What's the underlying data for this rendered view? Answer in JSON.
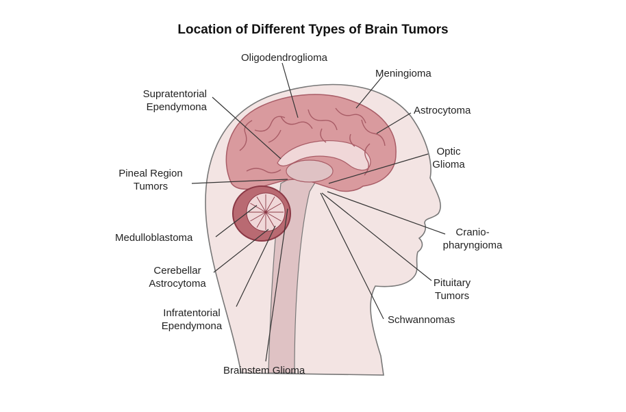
{
  "title": "Location of Different Types of Brain Tumors",
  "labels": {
    "oligodendroglioma": "Oligodendroglioma",
    "meningioma": "Meningioma",
    "supratentorial_1": "Supratentorial",
    "supratentorial_2": "Ependymona",
    "astrocytoma": "Astrocytoma",
    "optic_1": "Optic",
    "optic_2": "Glioma",
    "pineal_1": "Pineal Region",
    "pineal_2": "Tumors",
    "cranio_1": "Cranio-",
    "cranio_2": "pharyngioma",
    "medulloblastoma": "Medulloblastoma",
    "cerebellar_1": "Cerebellar",
    "cerebellar_2": "Astrocytoma",
    "pituitary_1": "Pituitary",
    "pituitary_2": "Tumors",
    "infratentorial_1": "Infratentorial",
    "infratentorial_2": "Ependymona",
    "schwannomas": "Schwannomas",
    "brainstem": "Brainstem Glioma"
  },
  "colors": {
    "skin": "#f3e4e3",
    "outline": "#777777",
    "brain": "#d99a9e",
    "brain_fold": "#a85c66",
    "brain_inner": "#f0d7d8",
    "cerebellum": "#b96a72",
    "cerebellum_ring": "#8a3845",
    "stem": "#dfc2c4",
    "leader": "#333333"
  }
}
